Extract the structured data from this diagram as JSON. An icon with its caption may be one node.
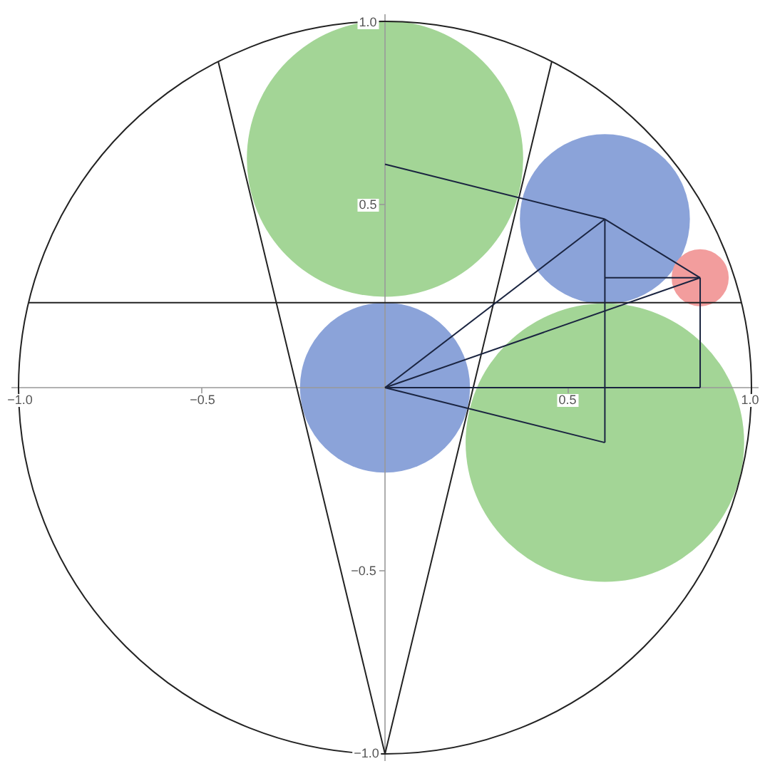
{
  "diagram": {
    "labels": [
      "1.0",
      "0.5",
      "−1.0",
      "−0.5",
      "0.5",
      "1.0",
      "−0.5",
      "−1.0"
    ]
  }
}
